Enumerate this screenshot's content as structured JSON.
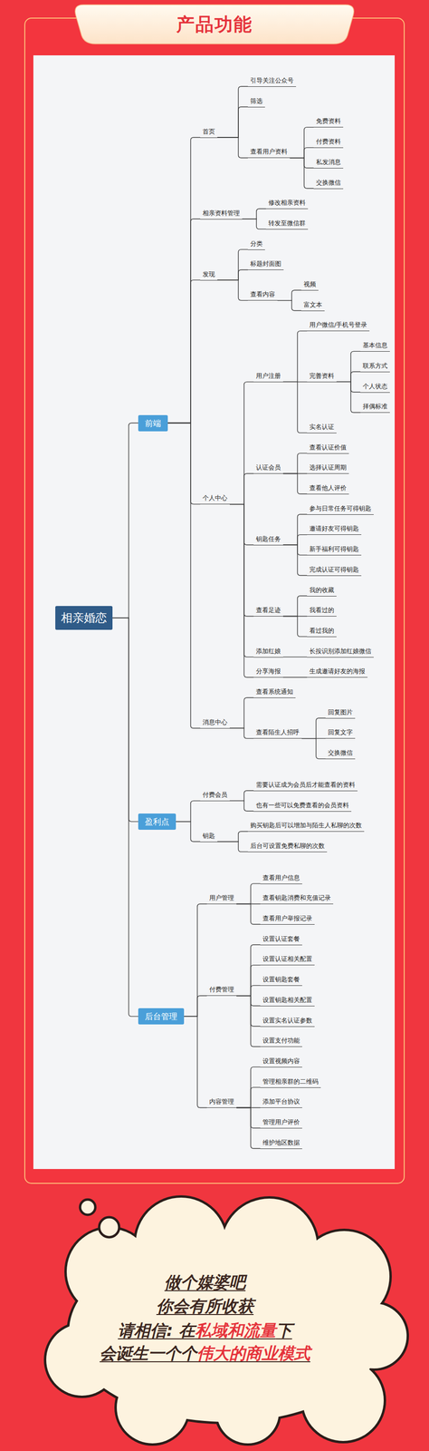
{
  "diagram": {
    "title": "产品功能",
    "nodes": [
      {
        "text": [
          "相亲婚恋"
        ]
      },
      {
        "text": [
          "前端"
        ]
      },
      {
        "text": [
          "首页"
        ]
      },
      {
        "text": [
          "引导关注公众号"
        ]
      },
      {
        "text": [
          "筛选"
        ]
      },
      {
        "text": [
          "查看用户资料"
        ]
      },
      {
        "text": [
          "免费资料"
        ]
      },
      {
        "text": [
          "付费资料"
        ]
      },
      {
        "text": [
          "私发消息"
        ]
      },
      {
        "text": [
          "交换微信"
        ]
      },
      {
        "text": [
          "相亲资料管理"
        ]
      },
      {
        "text": [
          "修改相亲资料"
        ]
      },
      {
        "text": [
          "转发至微信群"
        ]
      },
      {
        "text": [
          "发现"
        ]
      },
      {
        "text": [
          "分类"
        ]
      },
      {
        "text": [
          "标题封面图"
        ]
      },
      {
        "text": [
          "查看内容"
        ]
      },
      {
        "text": [
          "视频"
        ]
      },
      {
        "text": [
          "富文本"
        ]
      },
      {
        "text": [
          "个人中心"
        ]
      },
      {
        "text": [
          "用户注册"
        ]
      },
      {
        "text": [
          "用户微信/手机号登录"
        ]
      },
      {
        "text": [
          "完善资料"
        ]
      },
      {
        "text": [
          "基本信息"
        ]
      },
      {
        "text": [
          "联系方式"
        ]
      },
      {
        "text": [
          "个人状态"
        ]
      },
      {
        "text": [
          "择偶标准"
        ]
      },
      {
        "text": [
          "实名认证"
        ]
      },
      {
        "text": [
          "认证会员"
        ]
      },
      {
        "text": [
          "查看认证价值"
        ]
      },
      {
        "text": [
          "选择认证周期"
        ]
      },
      {
        "text": [
          "查看他人评价"
        ]
      },
      {
        "text": [
          "钥匙任务"
        ]
      },
      {
        "text": [
          "参与日常任务可得钥匙"
        ]
      },
      {
        "text": [
          "邀请好友可得钥匙"
        ]
      },
      {
        "text": [
          "新手福利可得钥匙"
        ]
      },
      {
        "text": [
          "完成认证可得钥匙"
        ]
      },
      {
        "text": [
          "查看足迹"
        ]
      },
      {
        "text": [
          "我的收藏"
        ]
      },
      {
        "text": [
          "我看过的"
        ]
      },
      {
        "text": [
          "看过我的"
        ]
      },
      {
        "text": [
          "添加红娘"
        ]
      },
      {
        "text": [
          "长按识别添加红娘微信"
        ]
      },
      {
        "text": [
          "分享海报"
        ]
      },
      {
        "text": [
          "生成邀请好友的海报"
        ]
      },
      {
        "text": [
          "消息中心"
        ]
      },
      {
        "text": [
          "查看系统通知"
        ]
      },
      {
        "text": [
          "查看陌生人招呼"
        ]
      },
      {
        "text": [
          "回复图片"
        ]
      },
      {
        "text": [
          "回复文字"
        ]
      },
      {
        "text": [
          "交换微信"
        ]
      },
      {
        "text": [
          "盈利点"
        ]
      },
      {
        "text": [
          "付费会员"
        ]
      },
      {
        "text": [
          "需要认证成为会员后才能查看的资料"
        ]
      },
      {
        "text": [
          "也有一些可以免费查看的会员资料"
        ]
      },
      {
        "text": [
          "钥匙"
        ]
      },
      {
        "text": [
          "购买钥匙后可以增加与陌生人私聊的次数"
        ]
      },
      {
        "text": [
          "后台可设置免费私聊的次数"
        ]
      },
      {
        "text": [
          "后台管理"
        ]
      },
      {
        "text": [
          "用户管理"
        ]
      },
      {
        "text": [
          "查看用户信息"
        ]
      },
      {
        "text": [
          "查看钥匙消费和充值记录"
        ]
      },
      {
        "text": [
          "查看用户举报记录"
        ]
      },
      {
        "text": [
          "付费管理"
        ]
      },
      {
        "text": [
          "设置认证套餐"
        ]
      },
      {
        "text": [
          "设置认证相关配置"
        ]
      },
      {
        "text": [
          "设置钥匙套餐"
        ]
      },
      {
        "text": [
          "设置钥匙相关配置"
        ]
      },
      {
        "text": [
          "设置实名认证参数"
        ]
      },
      {
        "text": [
          "设置支付功能"
        ]
      },
      {
        "text": [
          "内容管理"
        ]
      },
      {
        "text": [
          "设置视频内容"
        ]
      },
      {
        "text": [
          "管理相亲群的二维码"
        ]
      },
      {
        "text": [
          "添加平台协议"
        ]
      },
      {
        "text": [
          "管理用户评价"
        ]
      },
      {
        "text": [
          "维护地区数据"
        ]
      }
    ],
    "edges": [
      {
        "from": 0,
        "to": 1,
        "arrow": "none"
      },
      {
        "from": 1,
        "to": 2,
        "arrow": "none"
      },
      {
        "from": 2,
        "to": 3,
        "arrow": "none"
      },
      {
        "from": 2,
        "to": 4,
        "arrow": "none"
      },
      {
        "from": 2,
        "to": 5,
        "arrow": "none"
      },
      {
        "from": 5,
        "to": 6,
        "arrow": "none"
      },
      {
        "from": 5,
        "to": 7,
        "arrow": "none"
      },
      {
        "from": 5,
        "to": 8,
        "arrow": "none"
      },
      {
        "from": 5,
        "to": 9,
        "arrow": "none"
      },
      {
        "from": 1,
        "to": 10,
        "arrow": "none"
      },
      {
        "from": 10,
        "to": 11,
        "arrow": "none"
      },
      {
        "from": 10,
        "to": 12,
        "arrow": "none"
      },
      {
        "from": 1,
        "to": 13,
        "arrow": "none"
      },
      {
        "from": 13,
        "to": 14,
        "arrow": "none"
      },
      {
        "from": 13,
        "to": 15,
        "arrow": "none"
      },
      {
        "from": 13,
        "to": 16,
        "arrow": "none"
      },
      {
        "from": 16,
        "to": 17,
        "arrow": "none"
      },
      {
        "from": 16,
        "to": 18,
        "arrow": "none"
      },
      {
        "from": 1,
        "to": 19,
        "arrow": "none"
      },
      {
        "from": 19,
        "to": 20,
        "arrow": "none"
      },
      {
        "from": 20,
        "to": 21,
        "arrow": "none"
      },
      {
        "from": 20,
        "to": 22,
        "arrow": "none"
      },
      {
        "from": 22,
        "to": 23,
        "arrow": "none"
      },
      {
        "from": 22,
        "to": 24,
        "arrow": "none"
      },
      {
        "from": 22,
        "to": 25,
        "arrow": "none"
      },
      {
        "from": 22,
        "to": 26,
        "arrow": "none"
      },
      {
        "from": 20,
        "to": 27,
        "arrow": "none"
      },
      {
        "from": 19,
        "to": 28,
        "arrow": "none"
      },
      {
        "from": 28,
        "to": 29,
        "arrow": "none"
      },
      {
        "from": 28,
        "to": 30,
        "arrow": "none"
      },
      {
        "from": 28,
        "to": 31,
        "arrow": "none"
      },
      {
        "from": 19,
        "to": 32,
        "arrow": "none"
      },
      {
        "from": 32,
        "to": 33,
        "arrow": "none"
      },
      {
        "from": 32,
        "to": 34,
        "arrow": "none"
      },
      {
        "from": 32,
        "to": 35,
        "arrow": "none"
      },
      {
        "from": 32,
        "to": 36,
        "arrow": "none"
      },
      {
        "from": 19,
        "to": 37,
        "arrow": "none"
      },
      {
        "from": 37,
        "to": 38,
        "arrow": "none"
      },
      {
        "from": 37,
        "to": 39,
        "arrow": "none"
      },
      {
        "from": 37,
        "to": 40,
        "arrow": "none"
      },
      {
        "from": 19,
        "to": 41,
        "arrow": "none"
      },
      {
        "from": 41,
        "to": 42,
        "arrow": "none"
      },
      {
        "from": 19,
        "to": 43,
        "arrow": "none"
      },
      {
        "from": 43,
        "to": 44,
        "arrow": "none"
      },
      {
        "from": 1,
        "to": 45,
        "arrow": "none"
      },
      {
        "from": 45,
        "to": 46,
        "arrow": "none"
      },
      {
        "from": 45,
        "to": 47,
        "arrow": "none"
      },
      {
        "from": 47,
        "to": 48,
        "arrow": "none"
      },
      {
        "from": 47,
        "to": 49,
        "arrow": "none"
      },
      {
        "from": 47,
        "to": 50,
        "arrow": "none"
      },
      {
        "from": 0,
        "to": 51,
        "arrow": "none"
      },
      {
        "from": 51,
        "to": 52,
        "arrow": "none"
      },
      {
        "from": 52,
        "to": 53,
        "arrow": "none"
      },
      {
        "from": 52,
        "to": 54,
        "arrow": "none"
      },
      {
        "from": 51,
        "to": 55,
        "arrow": "none"
      },
      {
        "from": 55,
        "to": 56,
        "arrow": "none"
      },
      {
        "from": 55,
        "to": 57,
        "arrow": "none"
      },
      {
        "from": 0,
        "to": 58,
        "arrow": "none"
      },
      {
        "from": 58,
        "to": 59,
        "arrow": "none"
      },
      {
        "from": 59,
        "to": 60,
        "arrow": "none"
      },
      {
        "from": 59,
        "to": 61,
        "arrow": "none"
      },
      {
        "from": 59,
        "to": 62,
        "arrow": "none"
      },
      {
        "from": 58,
        "to": 63,
        "arrow": "none"
      },
      {
        "from": 63,
        "to": 64,
        "arrow": "none"
      },
      {
        "from": 63,
        "to": 65,
        "arrow": "none"
      },
      {
        "from": 63,
        "to": 66,
        "arrow": "none"
      },
      {
        "from": 63,
        "to": 67,
        "arrow": "none"
      },
      {
        "from": 63,
        "to": 68,
        "arrow": "none"
      },
      {
        "from": 63,
        "to": 69,
        "arrow": "none"
      },
      {
        "from": 58,
        "to": 70,
        "arrow": "none"
      },
      {
        "from": 70,
        "to": 71,
        "arrow": "none"
      },
      {
        "from": 70,
        "to": 72,
        "arrow": "none"
      },
      {
        "from": 70,
        "to": 73,
        "arrow": "none"
      },
      {
        "from": 70,
        "to": 74,
        "arrow": "none"
      },
      {
        "from": 70,
        "to": 75,
        "arrow": "none"
      }
    ],
    "labels": [
      "做个媒婆吧",
      "你会有所收获",
      "请相信: 在",
      "私域和流量",
      "下",
      "会诞生一个个",
      "伟大的商业模式"
    ]
  }
}
